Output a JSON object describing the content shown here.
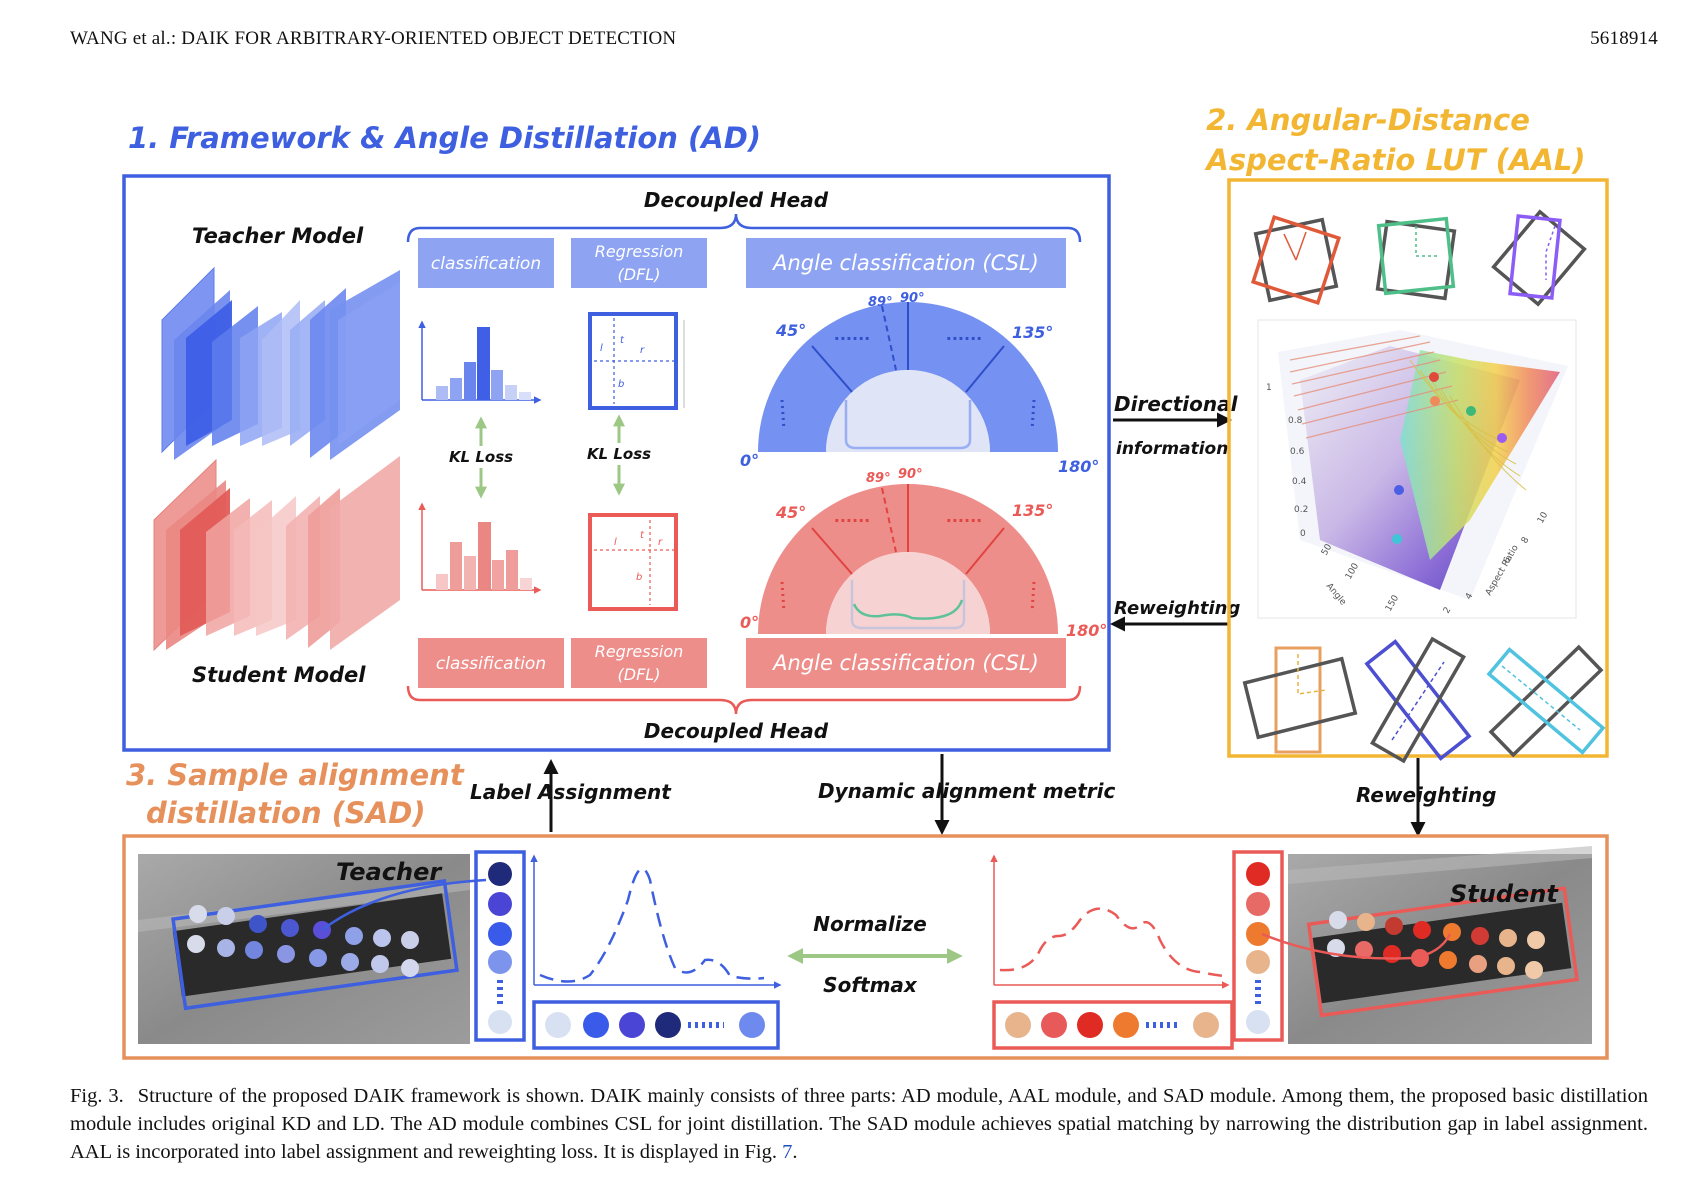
{
  "header": {
    "left": "WANG et al.: DAIK FOR ARBITRARY-ORIENTED OBJECT DETECTION",
    "right": "5618914"
  },
  "figure": {
    "section1_title": "1. Framework & Angle Distillation (AD)",
    "section2_title_line1": "2. Angular-Distance",
    "section2_title_line2": "Aspect-Ratio LUT (AAL)",
    "section3_title_line1": "3. Sample alignment",
    "section3_title_line2": "distillation (SAD)",
    "teacher_model": "Teacher Model",
    "student_model": "Student Model",
    "decoupled_head_top": "Decoupled Head",
    "decoupled_head_bottom": "Decoupled Head",
    "classification_top": "classification",
    "regression_top_l1": "Regression",
    "regression_top_l2": "(DFL)",
    "csl_top": "Angle classification (CSL)",
    "classification_bottom": "classification",
    "regression_bottom_l1": "Regression",
    "regression_bottom_l2": "(DFL)",
    "csl_bottom": "Angle classification (CSL)",
    "kl_loss_1": "KL Loss",
    "kl_loss_2": "KL Loss",
    "angle_labels_top": {
      "a0": "0°",
      "a45": "45°",
      "a89": "89°",
      "a90": "90°",
      "a135": "135°",
      "a180": "180°"
    },
    "angle_labels_bottom": {
      "a0": "0°",
      "a45": "45°",
      "a89": "89°",
      "a90": "90°",
      "a135": "135°",
      "a180": "180°"
    },
    "box_labels_top": {
      "l": "l",
      "t": "t",
      "r": "r",
      "b": "b"
    },
    "box_labels_bottom": {
      "l": "l",
      "t": "t",
      "r": "r",
      "b": "b"
    },
    "directional_l1": "Directional",
    "directional_l2": "information",
    "reweighting_mid": "Reweighting",
    "label_assignment": "Label Assignment",
    "dynamic_alignment": "Dynamic alignment metric",
    "reweighting_right": "Reweighting",
    "teacher": "Teacher",
    "student": "Student",
    "normalize": "Normalize",
    "softmax": "Softmax",
    "plot3d_zticks": [
      "1",
      "0.8",
      "0.6",
      "0.4",
      "0.2",
      "0"
    ],
    "plot3d_angle_ticks": [
      "50",
      "100",
      "150"
    ],
    "plot3d_angle_label": "Angle",
    "plot3d_ar_label": "Aspect Ratio",
    "plot3d_ar_ticks": [
      "2",
      "4",
      "6",
      "8",
      "10"
    ]
  },
  "caption": {
    "label": "Fig. 3.",
    "text": "Structure of the proposed DAIK framework is shown. DAIK mainly consists of three parts: AD module, AAL module, and SAD module. Among them, the proposed basic distillation module includes original KD and LD. The AD module combines CSL for joint distillation. The SAD module achieves spatial matching by narrowing the distribution gap in label assignment. AAL is incorporated into label assignment and reweighting loss. It is displayed in",
    "ref_prefix": "Fig. ",
    "ref_number": "7",
    "end": "."
  },
  "colors": {
    "blue": "#3d5fe0",
    "red": "#ea5a57",
    "orange": "#e6915c",
    "gold": "#f2b632",
    "green": "#96c37c"
  },
  "icons": [
    "arrow-up-icon",
    "arrow-down-icon",
    "arrow-left-icon",
    "arrow-right-icon",
    "double-arrow-icon",
    "dotted-ellipsis-icon"
  ]
}
